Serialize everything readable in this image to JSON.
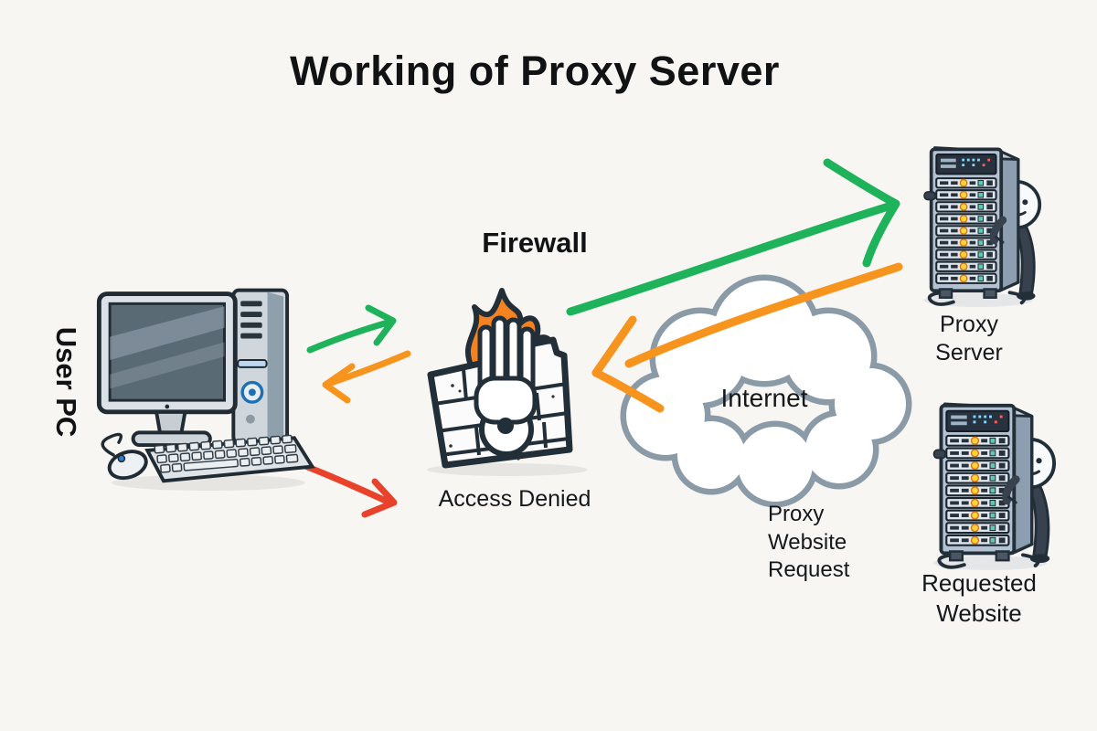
{
  "title": "Working of Proxy Server",
  "nodes": {
    "user_pc": {
      "label": "User PC",
      "icon": "desktop-computer-icon"
    },
    "firewall": {
      "label": "Firewall",
      "caption": "Access Denied",
      "icon": "firewall-brick-flame-hand-icon"
    },
    "internet": {
      "label": "Internet",
      "icon": "cloud-icon"
    },
    "proxy_server": {
      "label": "Proxy Server",
      "icon": "server-rack-mascot-icon"
    },
    "requested_website": {
      "label": "Requested Website",
      "icon": "server-rack-mascot-icon"
    }
  },
  "annotations": {
    "proxy_website_request": "Proxy Website Request"
  },
  "arrows": [
    {
      "name": "user-pc-to-firewall",
      "color_key": "green"
    },
    {
      "name": "firewall-to-user-pc",
      "color_key": "orange"
    },
    {
      "name": "user-pc-request-denied",
      "color_key": "red"
    },
    {
      "name": "firewall-to-proxy-server",
      "color_key": "green"
    },
    {
      "name": "proxy-server-to-firewall",
      "color_key": "orange"
    }
  ],
  "colors": {
    "background": "#f8f6f3",
    "ink": "#101214",
    "green": "#1eb35b",
    "orange": "#f7941e",
    "red": "#e8432a",
    "cloud_outline": "#8b9aa7",
    "illustration_outline": "#222e38"
  }
}
